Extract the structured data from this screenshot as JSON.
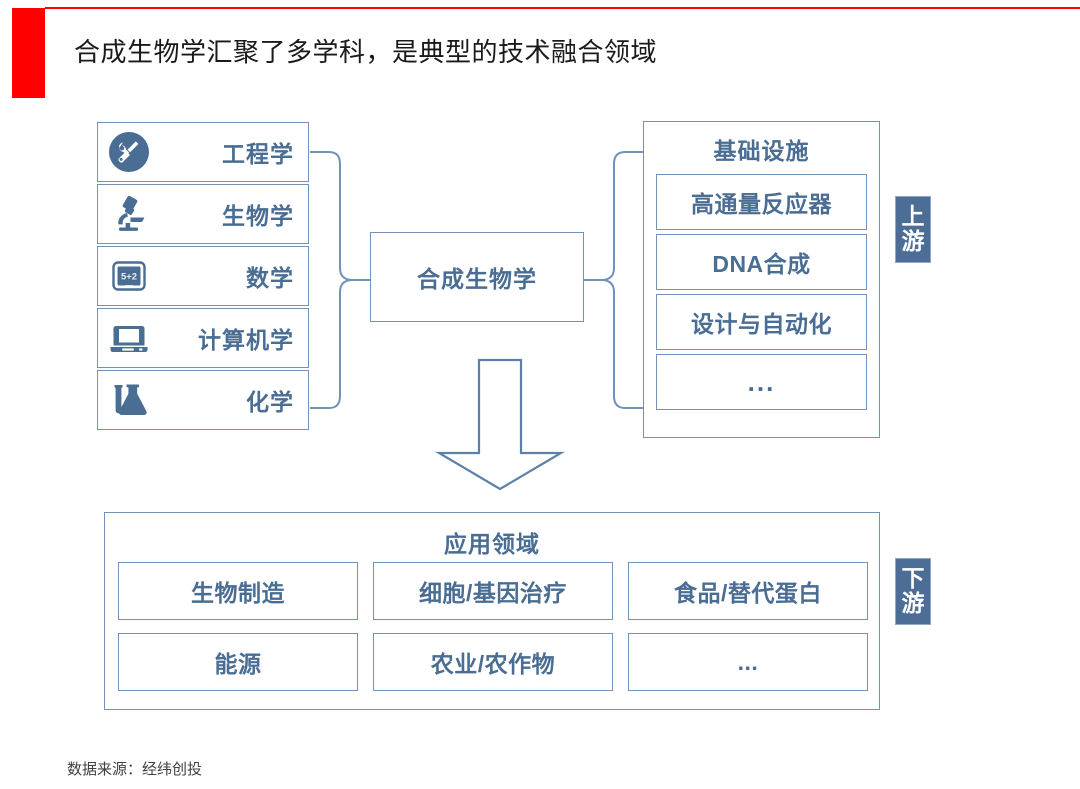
{
  "header": {
    "title": "合成生物学汇聚了多学科，是典型的技术融合领域",
    "accent_color": "#ff0000"
  },
  "theme": {
    "line_color": "#7392b8",
    "text_color": "#4a6d93",
    "badge_fill": "#4c6e96",
    "badge_text": "#ffffff"
  },
  "disciplines": [
    {
      "label": "工程学",
      "icon": "tools-icon"
    },
    {
      "label": "生物学",
      "icon": "microscope-icon"
    },
    {
      "label": "数学",
      "icon": "chalkboard-icon",
      "icon_text": "5+2"
    },
    {
      "label": "计算机学",
      "icon": "laptop-icon"
    },
    {
      "label": "化学",
      "icon": "flask-icon"
    }
  ],
  "center": {
    "label": "合成生物学"
  },
  "infrastructure": {
    "title": "基础设施",
    "items": [
      "高通量反应器",
      "DNA合成",
      "设计与自动化",
      "..."
    ]
  },
  "badges": {
    "upstream": "上游",
    "downstream": "下游"
  },
  "arrow": {
    "direction": "down"
  },
  "application": {
    "title": "应用领域",
    "items": [
      "生物制造",
      "细胞/基因治疗",
      "食品/替代蛋白",
      "能源",
      "农业/农作物",
      "..."
    ]
  },
  "footer": {
    "source": "数据来源：经纬创投"
  }
}
